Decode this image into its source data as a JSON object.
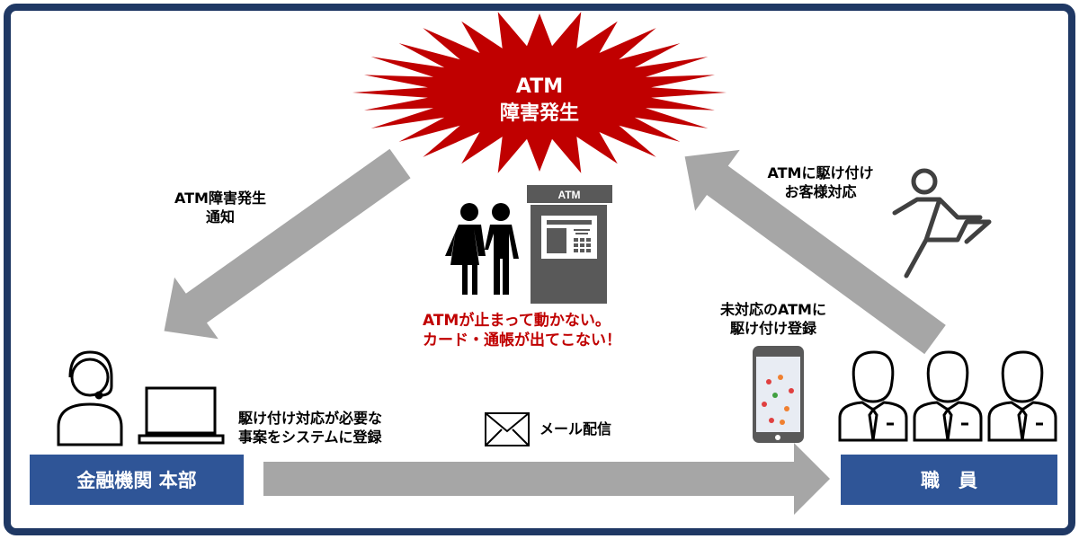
{
  "burst": {
    "line1": "ATM",
    "line2": "障害発生",
    "color": "#c00000"
  },
  "notify_label": {
    "line1": "ATM障害発生",
    "line2": "通知"
  },
  "atm_sign": "ATM",
  "customer_message": {
    "line1": "ATMが止まって動かない。",
    "line2": "カード・通帳が出てこない！"
  },
  "rush_label": {
    "line1": "ATMに駆け付け",
    "line2": "お客様対応"
  },
  "register_label": {
    "line1": "未対応のATMに",
    "line2": "駆け付け登録"
  },
  "system_label": {
    "line1": "駆け付け対応が必要な",
    "line2": "事案をシステムに登録"
  },
  "mail_label": "メール配信",
  "hq_box": "金融機関 本部",
  "staff_box": "職　員",
  "colors": {
    "frame": "#1f3864",
    "box": "#2f5597",
    "arrow": "#a6a6a6",
    "alert": "#c00000"
  }
}
